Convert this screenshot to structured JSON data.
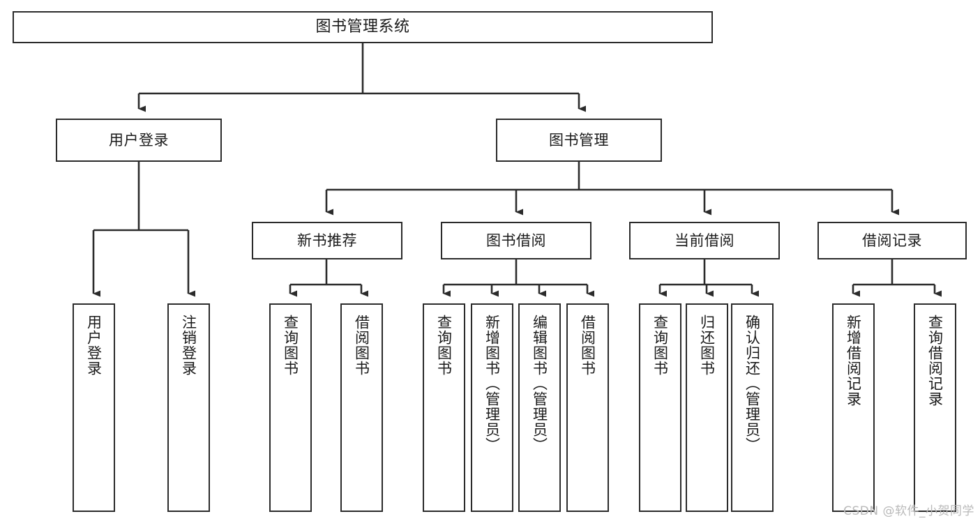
{
  "diagram": {
    "title": "图书管理系统",
    "type": "tree-hierarchy-chart",
    "line_color": "#2b2b2b",
    "box_fill": "#ffffff",
    "text_color": "#1a1a1a",
    "watermark": "CSDN @软件_小贺同学",
    "nodes": {
      "root": {
        "label": "图书管理系统"
      },
      "level2": [
        {
          "id": "user-login",
          "label": "用户登录"
        },
        {
          "id": "book-manage",
          "label": "图书管理"
        }
      ],
      "level3": [
        {
          "id": "new-book-rec",
          "label": "新书推荐"
        },
        {
          "id": "book-borrow",
          "label": "图书借阅"
        },
        {
          "id": "current-borrow",
          "label": "当前借阅"
        },
        {
          "id": "borrow-record",
          "label": "借阅记录"
        }
      ],
      "leaves": {
        "user_login": [
          {
            "id": "leaf-user-login",
            "label": "用户登录"
          },
          {
            "id": "leaf-logout-login",
            "label": "注销登录"
          }
        ],
        "new_book_rec": [
          {
            "id": "leaf-query-book-1",
            "label": "查询图书"
          },
          {
            "id": "leaf-borrow-book-1",
            "label": "借阅图书"
          }
        ],
        "book_borrow": [
          {
            "id": "leaf-query-book-2",
            "label": "查询图书"
          },
          {
            "id": "leaf-add-book",
            "label": "新增图书（管理员）"
          },
          {
            "id": "leaf-edit-book",
            "label": "编辑图书（管理员）"
          },
          {
            "id": "leaf-borrow-book-2",
            "label": "借阅图书"
          }
        ],
        "current_borrow": [
          {
            "id": "leaf-query-book-3",
            "label": "查询图书"
          },
          {
            "id": "leaf-return-book",
            "label": "归还图书"
          },
          {
            "id": "leaf-confirm-return",
            "label": "确认归还（管理员）"
          }
        ],
        "borrow_record": [
          {
            "id": "leaf-add-record",
            "label": "新增借阅记录"
          },
          {
            "id": "leaf-query-record",
            "label": "查询借阅记录"
          }
        ]
      }
    }
  }
}
